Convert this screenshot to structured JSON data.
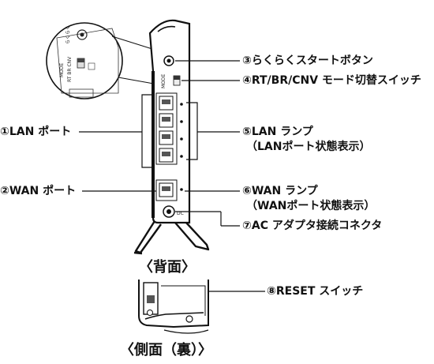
{
  "labels": {
    "l1": "①LAN ポート",
    "l2": "②WAN ポート",
    "l3": "③らくらくスタートボタン",
    "l4": "④RT/BR/CNV モード切替スイッチ",
    "l5a": "⑤LAN ランプ",
    "l5b": "（LANポート状態表示）",
    "l6a": "⑥WAN ランプ",
    "l6b": "（WANポート状態表示）",
    "l7": "⑦AC アダプタ接続コネクタ",
    "l8": "⑧RESET スイッチ"
  },
  "captions": {
    "back": "〈背面〉",
    "side": "〈側面（裏）〉"
  }
}
